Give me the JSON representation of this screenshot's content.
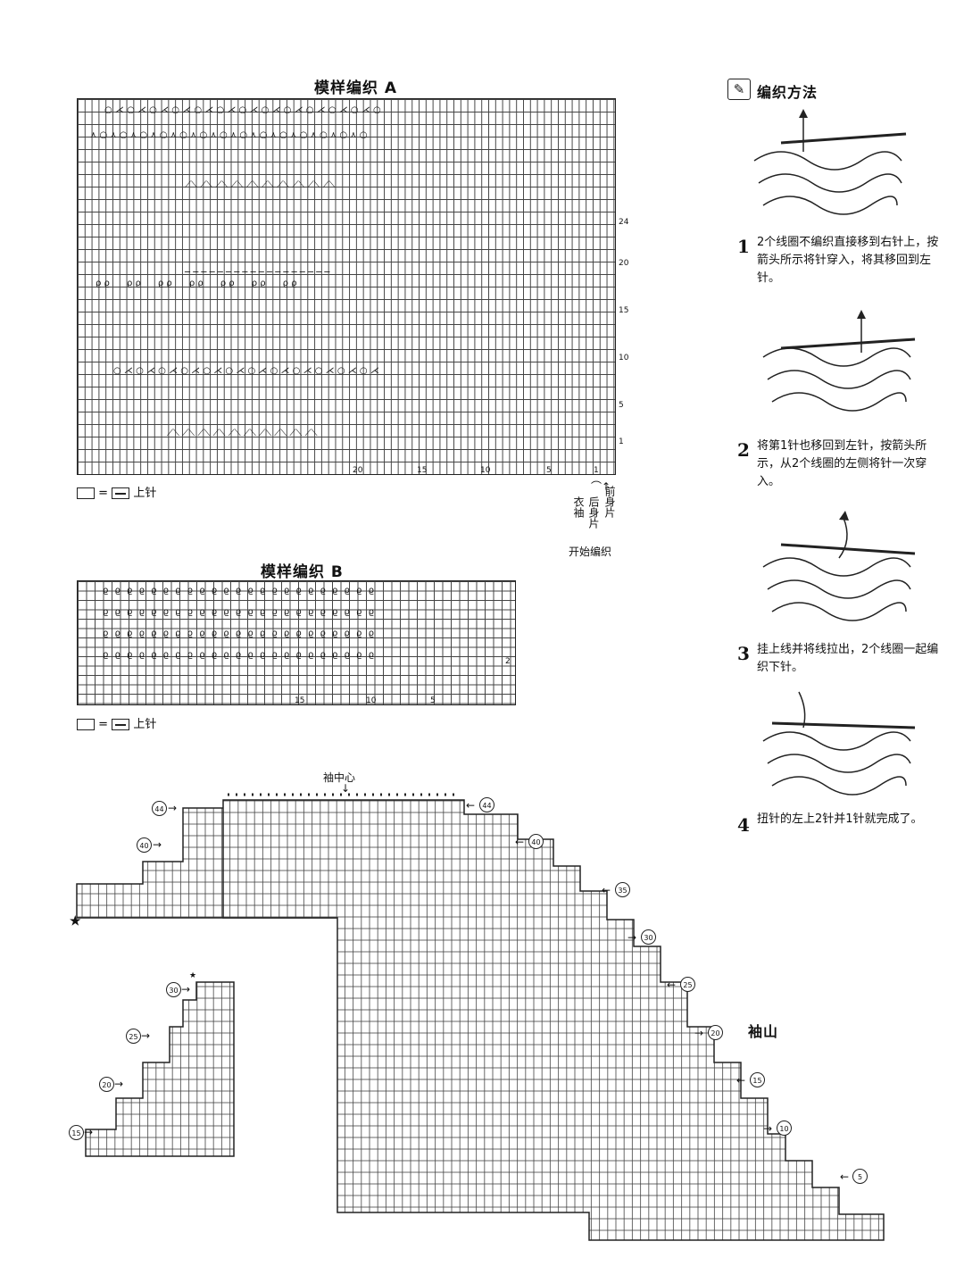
{
  "chartA": {
    "title": "模样编织 A",
    "row_labels": [
      "24",
      "20",
      "15",
      "10",
      "5",
      "1"
    ],
    "col_labels": [
      "20",
      "15",
      "10",
      "5",
      "1"
    ],
    "legend": "上针",
    "start_labels": {
      "sleeve": "衣袖",
      "back": "后身片",
      "front": "前身片",
      "start": "开始编织"
    }
  },
  "chartB": {
    "title": "模样编织 B",
    "row_labels": [
      "2"
    ],
    "col_labels": [
      "15",
      "10",
      "5"
    ],
    "legend": "上针"
  },
  "sleeve": {
    "center_label": "袖中心",
    "cap_label": "袖山",
    "left_markers": [
      "44",
      "40"
    ],
    "right_markers": [
      "44",
      "40",
      "35",
      "30",
      "25",
      "20",
      "15",
      "10",
      "5"
    ],
    "small_markers": [
      "30",
      "25",
      "20",
      "15"
    ]
  },
  "method": {
    "title": "编织方法",
    "steps": [
      {
        "num": "1",
        "text": "2个线圈不编织直接移到右针上，按箭头所示将针穿入，将其移回到左针。"
      },
      {
        "num": "2",
        "text": "将第1针也移回到左针，按箭头所示，从2个线圈的左侧将针一次穿入。"
      },
      {
        "num": "3",
        "text": "挂上线并将线拉出，2个线圈一起编织下针。"
      },
      {
        "num": "4",
        "text": "扭针的左上2针并1针就完成了。"
      }
    ]
  }
}
